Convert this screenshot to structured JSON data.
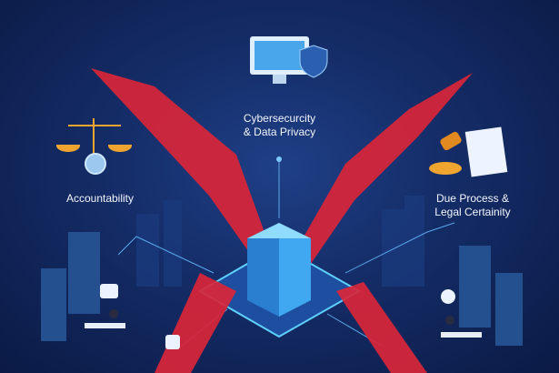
{
  "labels": {
    "cyber_line1": "Cybersecurcity",
    "cyber_line2": "& Data Privacy",
    "accountability": "Accountability",
    "due_line1": "Due Process &",
    "due_line2": "Legal Certainity"
  },
  "colors": {
    "background": "#142c66",
    "red_cross": "#d9263a",
    "building": "#3fa8f0",
    "gold": "#f0a530"
  }
}
